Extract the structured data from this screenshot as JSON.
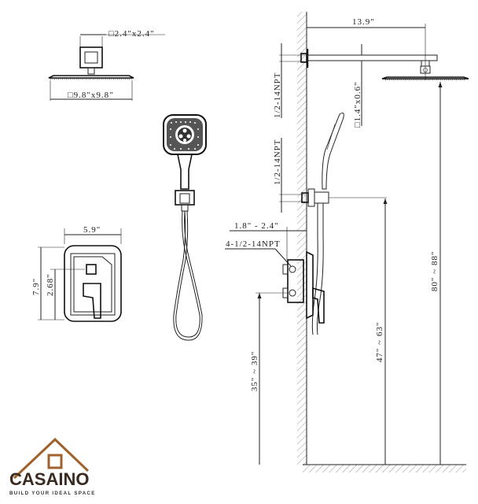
{
  "dimensions": {
    "escutcheon_size": "□2.4\"x2.4\"",
    "head_size": "□9.8\"x9.8\"",
    "arm_length": "13.9\"",
    "arm_section": "□1.4\"x0.6\"",
    "arm_thread": "1/2-14NPT",
    "outlet_thread": "1/2-14NPT",
    "valve_depth": "1.8\" - 2.4\"",
    "valve_ports": "4-1/2-14NPT",
    "trim_width": "5.9\"",
    "trim_height": "7.9\"",
    "trim_offset": "2.68\"",
    "head_height": "80\" ~ 88\"",
    "outlet_height": "47\" ~ 63\"",
    "valve_height": "35\" ~ 39\""
  },
  "logo": {
    "name": "CASAINO",
    "tagline": "BUILD YOUR IDEAL SPACE",
    "color": "#a0622d"
  }
}
